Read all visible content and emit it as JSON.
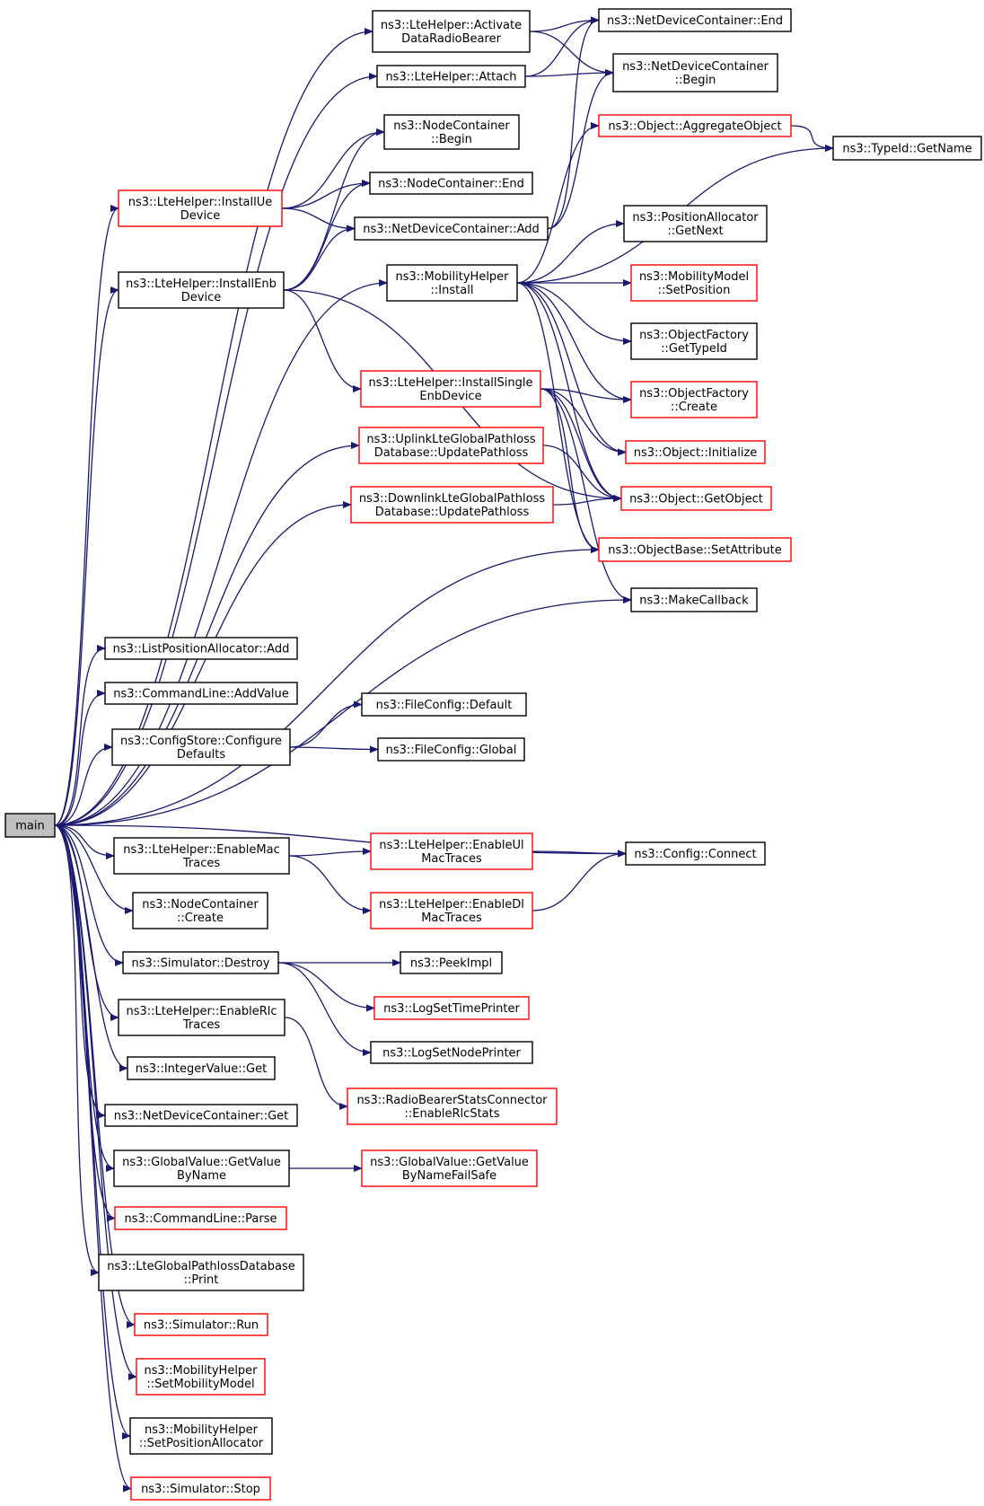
{
  "colors": {
    "edge": "#191970",
    "normal_border": "#000000",
    "truncated_border": "#ff0000",
    "root_fill": "#bfbfbf",
    "background": "#ffffff"
  },
  "nodes": [
    {
      "id": "main",
      "lines": [
        "main"
      ],
      "border": "root"
    },
    {
      "id": "activate",
      "lines": [
        "ns3::LteHelper::Activate",
        "DataRadioBearer"
      ],
      "border": "black"
    },
    {
      "id": "attach",
      "lines": [
        "ns3::LteHelper::Attach"
      ],
      "border": "black"
    },
    {
      "id": "ndcEnd",
      "lines": [
        "ns3::NetDeviceContainer::End"
      ],
      "border": "black"
    },
    {
      "id": "ndcBegin",
      "lines": [
        "ns3::NetDeviceContainer",
        "::Begin"
      ],
      "border": "black"
    },
    {
      "id": "ncBegin",
      "lines": [
        "ns3::NodeContainer",
        "::Begin"
      ],
      "border": "black"
    },
    {
      "id": "ncEnd",
      "lines": [
        "ns3::NodeContainer::End"
      ],
      "border": "black"
    },
    {
      "id": "installUe",
      "lines": [
        "ns3::LteHelper::InstallUe",
        "Device"
      ],
      "border": "red"
    },
    {
      "id": "ndcAdd",
      "lines": [
        "ns3::NetDeviceContainer::Add"
      ],
      "border": "black"
    },
    {
      "id": "installEnb",
      "lines": [
        "ns3::LteHelper::InstallEnb",
        "Device"
      ],
      "border": "black"
    },
    {
      "id": "mobInstall",
      "lines": [
        "ns3::MobilityHelper",
        "::Install"
      ],
      "border": "black"
    },
    {
      "id": "aggregate",
      "lines": [
        "ns3::Object::AggregateObject"
      ],
      "border": "red"
    },
    {
      "id": "typeIdName",
      "lines": [
        "ns3::TypeId::GetName"
      ],
      "border": "black"
    },
    {
      "id": "posNext",
      "lines": [
        "ns3::PositionAllocator",
        "::GetNext"
      ],
      "border": "black"
    },
    {
      "id": "setPos",
      "lines": [
        "ns3::MobilityModel",
        "::SetPosition"
      ],
      "border": "red"
    },
    {
      "id": "ofTypeId",
      "lines": [
        "ns3::ObjectFactory",
        "::GetTypeId"
      ],
      "border": "black"
    },
    {
      "id": "ofCreate",
      "lines": [
        "ns3::ObjectFactory",
        "::Create"
      ],
      "border": "red"
    },
    {
      "id": "installSingle",
      "lines": [
        "ns3::LteHelper::InstallSingle",
        "EnbDevice"
      ],
      "border": "red"
    },
    {
      "id": "objInit",
      "lines": [
        "ns3::Object::Initialize"
      ],
      "border": "red"
    },
    {
      "id": "ulPathloss",
      "lines": [
        "ns3::UplinkLteGlobalPathloss",
        "Database::UpdatePathloss"
      ],
      "border": "red"
    },
    {
      "id": "getObject",
      "lines": [
        "ns3::Object::GetObject"
      ],
      "border": "red"
    },
    {
      "id": "dlPathloss",
      "lines": [
        "ns3::DownlinkLteGlobalPathloss",
        "Database::UpdatePathloss"
      ],
      "border": "red"
    },
    {
      "id": "setAttr",
      "lines": [
        "ns3::ObjectBase::SetAttribute"
      ],
      "border": "red"
    },
    {
      "id": "makeCb",
      "lines": [
        "ns3::MakeCallback"
      ],
      "border": "black"
    },
    {
      "id": "listPosAdd",
      "lines": [
        "ns3::ListPositionAllocator::Add"
      ],
      "border": "black"
    },
    {
      "id": "cmdAddValue",
      "lines": [
        "ns3::CommandLine::AddValue"
      ],
      "border": "black"
    },
    {
      "id": "cfgDefaults",
      "lines": [
        "ns3::ConfigStore::Configure",
        "Defaults"
      ],
      "border": "black"
    },
    {
      "id": "fcDefault",
      "lines": [
        "ns3::FileConfig::Default"
      ],
      "border": "black"
    },
    {
      "id": "fcGlobal",
      "lines": [
        "ns3::FileConfig::Global"
      ],
      "border": "black"
    },
    {
      "id": "enableMac",
      "lines": [
        "ns3::LteHelper::EnableMac",
        "Traces"
      ],
      "border": "black"
    },
    {
      "id": "enableUlMac",
      "lines": [
        "ns3::LteHelper::EnableUl",
        "MacTraces"
      ],
      "border": "red"
    },
    {
      "id": "cfgConnect",
      "lines": [
        "ns3::Config::Connect"
      ],
      "border": "black"
    },
    {
      "id": "enableDlMac",
      "lines": [
        "ns3::LteHelper::EnableDl",
        "MacTraces"
      ],
      "border": "red"
    },
    {
      "id": "ncCreate",
      "lines": [
        "ns3::NodeContainer",
        "::Create"
      ],
      "border": "black"
    },
    {
      "id": "simDestroy",
      "lines": [
        "ns3::Simulator::Destroy"
      ],
      "border": "black"
    },
    {
      "id": "peekImpl",
      "lines": [
        "ns3::PeekImpl"
      ],
      "border": "black"
    },
    {
      "id": "logTime",
      "lines": [
        "ns3::LogSetTimePrinter"
      ],
      "border": "red"
    },
    {
      "id": "enableRlc",
      "lines": [
        "ns3::LteHelper::EnableRlc",
        "Traces"
      ],
      "border": "black"
    },
    {
      "id": "logNode",
      "lines": [
        "ns3::LogSetNodePrinter"
      ],
      "border": "black"
    },
    {
      "id": "intGet",
      "lines": [
        "ns3::IntegerValue::Get"
      ],
      "border": "black"
    },
    {
      "id": "rbStats",
      "lines": [
        "ns3::RadioBearerStatsConnector",
        "::EnableRlcStats"
      ],
      "border": "red"
    },
    {
      "id": "ndcGet",
      "lines": [
        "ns3::NetDeviceContainer::Get"
      ],
      "border": "black"
    },
    {
      "id": "gvGetByName",
      "lines": [
        "ns3::GlobalValue::GetValue",
        "ByName"
      ],
      "border": "black"
    },
    {
      "id": "gvFailSafe",
      "lines": [
        "ns3::GlobalValue::GetValue",
        "ByNameFailSafe"
      ],
      "border": "red"
    },
    {
      "id": "cmdParse",
      "lines": [
        "ns3::CommandLine::Parse"
      ],
      "border": "red"
    },
    {
      "id": "lteDbPrint",
      "lines": [
        "ns3::LteGlobalPathlossDatabase",
        "::Print"
      ],
      "border": "black"
    },
    {
      "id": "simRun",
      "lines": [
        "ns3::Simulator::Run"
      ],
      "border": "red"
    },
    {
      "id": "setMobModel",
      "lines": [
        "ns3::MobilityHelper",
        "::SetMobilityModel"
      ],
      "border": "red"
    },
    {
      "id": "setPosAlloc",
      "lines": [
        "ns3::MobilityHelper",
        "::SetPositionAllocator"
      ],
      "border": "black"
    },
    {
      "id": "simStop",
      "lines": [
        "ns3::Simulator::Stop"
      ],
      "border": "red"
    }
  ],
  "edges": [
    [
      "main",
      "activate"
    ],
    [
      "main",
      "attach"
    ],
    [
      "main",
      "installUe"
    ],
    [
      "main",
      "installEnb"
    ],
    [
      "main",
      "mobInstall"
    ],
    [
      "main",
      "ulPathloss"
    ],
    [
      "main",
      "dlPathloss"
    ],
    [
      "main",
      "setAttr"
    ],
    [
      "main",
      "makeCb"
    ],
    [
      "main",
      "listPosAdd"
    ],
    [
      "main",
      "cmdAddValue"
    ],
    [
      "main",
      "cfgDefaults"
    ],
    [
      "main",
      "cfgConnect"
    ],
    [
      "main",
      "enableMac"
    ],
    [
      "main",
      "ncCreate"
    ],
    [
      "main",
      "simDestroy"
    ],
    [
      "main",
      "enableRlc"
    ],
    [
      "main",
      "intGet"
    ],
    [
      "main",
      "ndcGet"
    ],
    [
      "main",
      "gvGetByName"
    ],
    [
      "main",
      "cmdParse"
    ],
    [
      "main",
      "lteDbPrint"
    ],
    [
      "main",
      "simRun"
    ],
    [
      "main",
      "setMobModel"
    ],
    [
      "main",
      "setPosAlloc"
    ],
    [
      "main",
      "simStop"
    ],
    [
      "activate",
      "ndcEnd"
    ],
    [
      "activate",
      "ndcBegin"
    ],
    [
      "attach",
      "ndcEnd"
    ],
    [
      "attach",
      "ndcBegin"
    ],
    [
      "installUe",
      "ncBegin"
    ],
    [
      "installUe",
      "ncEnd"
    ],
    [
      "installUe",
      "ndcAdd"
    ],
    [
      "installEnb",
      "ncBegin"
    ],
    [
      "installEnb",
      "ncEnd"
    ],
    [
      "installEnb",
      "ndcAdd"
    ],
    [
      "installEnb",
      "installSingle"
    ],
    [
      "installEnb",
      "getObject"
    ],
    [
      "ndcAdd",
      "ndcEnd"
    ],
    [
      "ndcAdd",
      "ndcBegin"
    ],
    [
      "mobInstall",
      "aggregate"
    ],
    [
      "mobInstall",
      "typeIdName"
    ],
    [
      "mobInstall",
      "posNext"
    ],
    [
      "mobInstall",
      "setPos"
    ],
    [
      "mobInstall",
      "ofTypeId"
    ],
    [
      "mobInstall",
      "ofCreate"
    ],
    [
      "mobInstall",
      "objInit"
    ],
    [
      "mobInstall",
      "getObject"
    ],
    [
      "mobInstall",
      "setAttr"
    ],
    [
      "aggregate",
      "typeIdName"
    ],
    [
      "installSingle",
      "ofCreate"
    ],
    [
      "installSingle",
      "objInit"
    ],
    [
      "installSingle",
      "getObject"
    ],
    [
      "installSingle",
      "setAttr"
    ],
    [
      "installSingle",
      "makeCb"
    ],
    [
      "ulPathloss",
      "getObject"
    ],
    [
      "dlPathloss",
      "getObject"
    ],
    [
      "cfgDefaults",
      "fcDefault"
    ],
    [
      "cfgDefaults",
      "fcGlobal"
    ],
    [
      "enableMac",
      "enableUlMac"
    ],
    [
      "enableMac",
      "enableDlMac"
    ],
    [
      "enableUlMac",
      "cfgConnect"
    ],
    [
      "enableDlMac",
      "cfgConnect"
    ],
    [
      "simDestroy",
      "peekImpl"
    ],
    [
      "simDestroy",
      "logTime"
    ],
    [
      "simDestroy",
      "logNode"
    ],
    [
      "enableRlc",
      "rbStats"
    ],
    [
      "gvGetByName",
      "gvFailSafe"
    ]
  ]
}
